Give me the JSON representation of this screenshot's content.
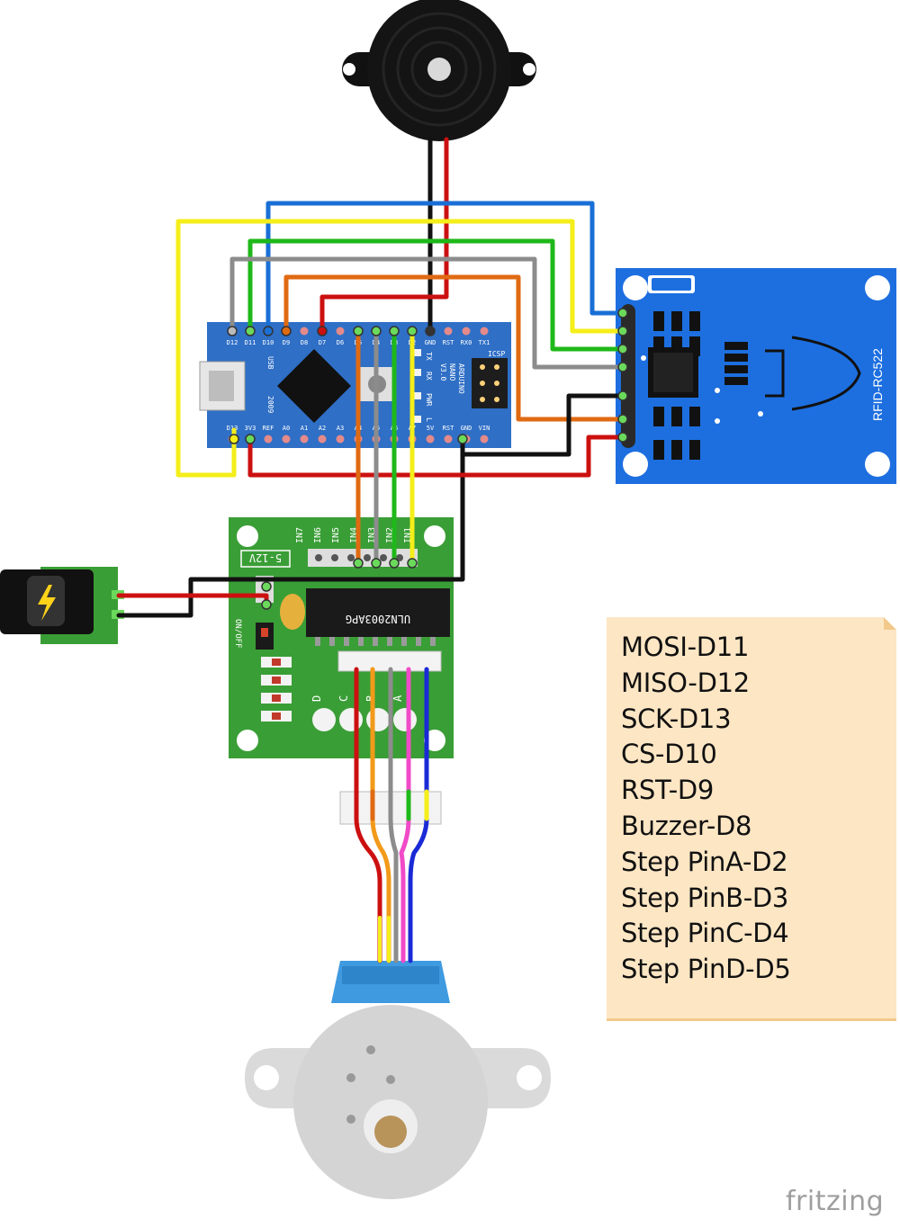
{
  "notes": {
    "lines": [
      "MOSI-D11",
      "MISO-D12",
      "SCK-D13",
      "CS-D10",
      "RST-D9",
      "Buzzer-D8",
      "Step PinA-D2",
      "Step PinB-D3",
      "Step PinC-D4",
      "Step PinD-D5"
    ]
  },
  "brand": "fritzing",
  "rfid": {
    "label": "RFID-RC522"
  },
  "nano": {
    "top_pins": [
      "D12",
      "D11",
      "D10",
      "D9",
      "D8",
      "D7",
      "D6",
      "D5",
      "D4",
      "D3",
      "D2",
      "GND",
      "RST",
      "RX0",
      "TX1"
    ],
    "bottom_pins": [
      "D13",
      "3V3",
      "REF",
      "A0",
      "A1",
      "A2",
      "A3",
      "A4",
      "A5",
      "A6",
      "A7",
      "5V",
      "RST",
      "GND",
      "VIN"
    ],
    "board_text": [
      "ARDUINO",
      "NANO",
      "V3.0"
    ],
    "usb_label": "USB",
    "year_label": "2009",
    "icsp_label": "ICSP",
    "leds": [
      "TX",
      "RX",
      "PWR",
      "L"
    ]
  },
  "driver": {
    "voltage_label": "5-12V",
    "chip_label": "ULN2003APG",
    "switch_label": "ON/OFF",
    "input_labels": [
      "IN7",
      "IN6",
      "IN5",
      "IN4",
      "IN3",
      "IN2",
      "IN1"
    ],
    "phase_labels": [
      "D",
      "C",
      "B",
      "A"
    ]
  },
  "colors": {
    "wire_red": "#cc1010",
    "wire_black": "#111111",
    "wire_blue": "#1a6fd6",
    "wire_yellow": "#f4ee1a",
    "wire_green": "#1fb81a",
    "wire_grey": "#8c8c8c",
    "wire_orange": "#e06a12",
    "nano_board": "#2f6fc6",
    "rfid_board": "#1d6fe0",
    "driver_board": "#3a9e36",
    "motor_body": "#d9d9d9",
    "motor_cap": "#3f9ae0",
    "note_bg": "#fde6c4"
  }
}
